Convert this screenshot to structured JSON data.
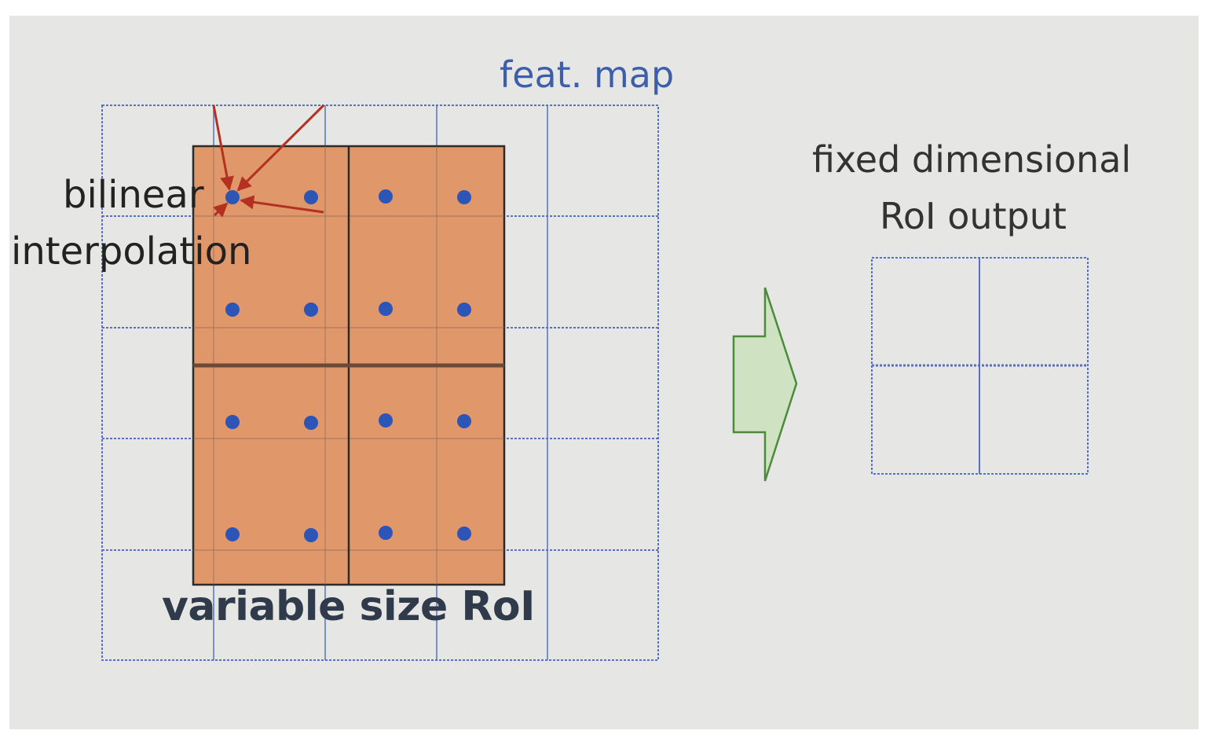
{
  "labels": {
    "feat_map": "feat. map",
    "bilinear_line1": "bilinear",
    "bilinear_line2": "interpolation",
    "variable_roi": "variable size RoI",
    "fixed_line1": "fixed dimensional",
    "fixed_line2": "RoI output"
  },
  "feature_map": {
    "rows": 5,
    "cols": 5,
    "grid_color": "#5570c4"
  },
  "roi": {
    "bins_rows": 2,
    "bins_cols": 2,
    "samples_per_bin": 4,
    "fill": "#e0976a",
    "border": "#2b2b2b",
    "sample_color": "#2d55b8"
  },
  "interpolation_arrow_color": "#b43020",
  "output": {
    "rows": 2,
    "cols": 2,
    "grid_color": "#5570c4"
  },
  "flow_arrow": {
    "fill": "#cfe2c2",
    "stroke": "#4d8a3b"
  },
  "background": "#e6e6e5"
}
